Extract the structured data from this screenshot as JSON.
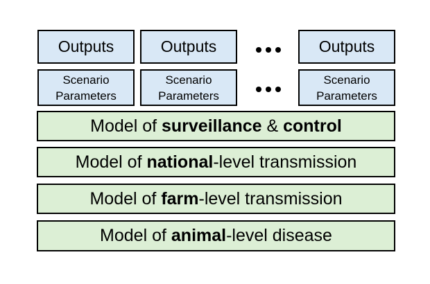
{
  "page": {
    "background": "#ffffff"
  },
  "colors": {
    "blue_box_fill": "#d9e8f6",
    "green_box_fill": "#dcefd5",
    "box_border": "#000000",
    "text": "#000000"
  },
  "io_grid": {
    "outputs_label": "Outputs",
    "scenario_label_line1": "Scenario",
    "scenario_label_line2": "Parameters",
    "ellipsis": "…",
    "visible_columns": 3
  },
  "models": [
    {
      "name": "surveillance-control",
      "segments": [
        {
          "text": "Model of ",
          "bold": false
        },
        {
          "text": "surveillance",
          "bold": true
        },
        {
          "text": " & ",
          "bold": false
        },
        {
          "text": "control",
          "bold": true
        }
      ]
    },
    {
      "name": "national",
      "segments": [
        {
          "text": "Model of ",
          "bold": false
        },
        {
          "text": "national",
          "bold": true
        },
        {
          "text": "-level transmission",
          "bold": false
        }
      ]
    },
    {
      "name": "farm",
      "segments": [
        {
          "text": "Model of ",
          "bold": false
        },
        {
          "text": "farm",
          "bold": true
        },
        {
          "text": "-level transmission",
          "bold": false
        }
      ]
    },
    {
      "name": "animal",
      "segments": [
        {
          "text": "Model of ",
          "bold": false
        },
        {
          "text": "animal",
          "bold": true
        },
        {
          "text": "-level disease",
          "bold": false
        }
      ]
    }
  ]
}
